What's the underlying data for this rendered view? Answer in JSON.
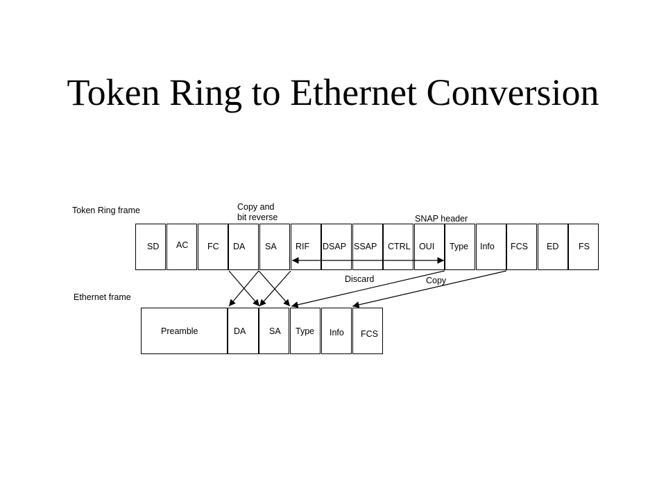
{
  "title": "Token Ring to Ethernet Conversion",
  "labels": {
    "token_ring_frame": "Token Ring frame",
    "ethernet_frame": "Ethernet frame",
    "copy_bit_reverse_line1": "Copy and",
    "copy_bit_reverse_line2": "bit reverse",
    "snap_header": "SNAP header",
    "discard": "Discard",
    "copy": "Copy"
  },
  "token_ring_fields": [
    "SD",
    "AC",
    "FC",
    "DA",
    "SA",
    "RIF",
    "DSAP",
    "SSAP",
    "CTRL",
    "OUI",
    "Type",
    "Info",
    "FCS",
    "ED",
    "FS"
  ],
  "ethernet_fields": [
    "Preamble",
    "DA",
    "SA",
    "Type",
    "Info",
    "FCS"
  ]
}
